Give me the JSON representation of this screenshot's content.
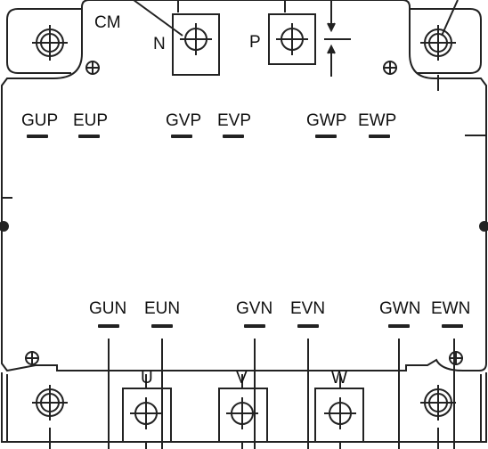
{
  "module": {
    "header_label": "CM",
    "power_terminals": {
      "negative": "N",
      "positive": "P"
    },
    "output_terminals": {
      "u": "U",
      "v": "V",
      "w": "W"
    },
    "gate_emitter_upper": [
      {
        "gate": "GUP",
        "emitter": "EUP"
      },
      {
        "gate": "GVP",
        "emitter": "EVP"
      },
      {
        "gate": "GWP",
        "emitter": "EWP"
      }
    ],
    "gate_emitter_lower": [
      {
        "gate": "GUN",
        "emitter": "EUN"
      },
      {
        "gate": "GVN",
        "emitter": "EVN"
      },
      {
        "gate": "GWN",
        "emitter": "EWN"
      }
    ]
  },
  "style": {
    "line_color": "#222222",
    "background": "#ffffff"
  }
}
